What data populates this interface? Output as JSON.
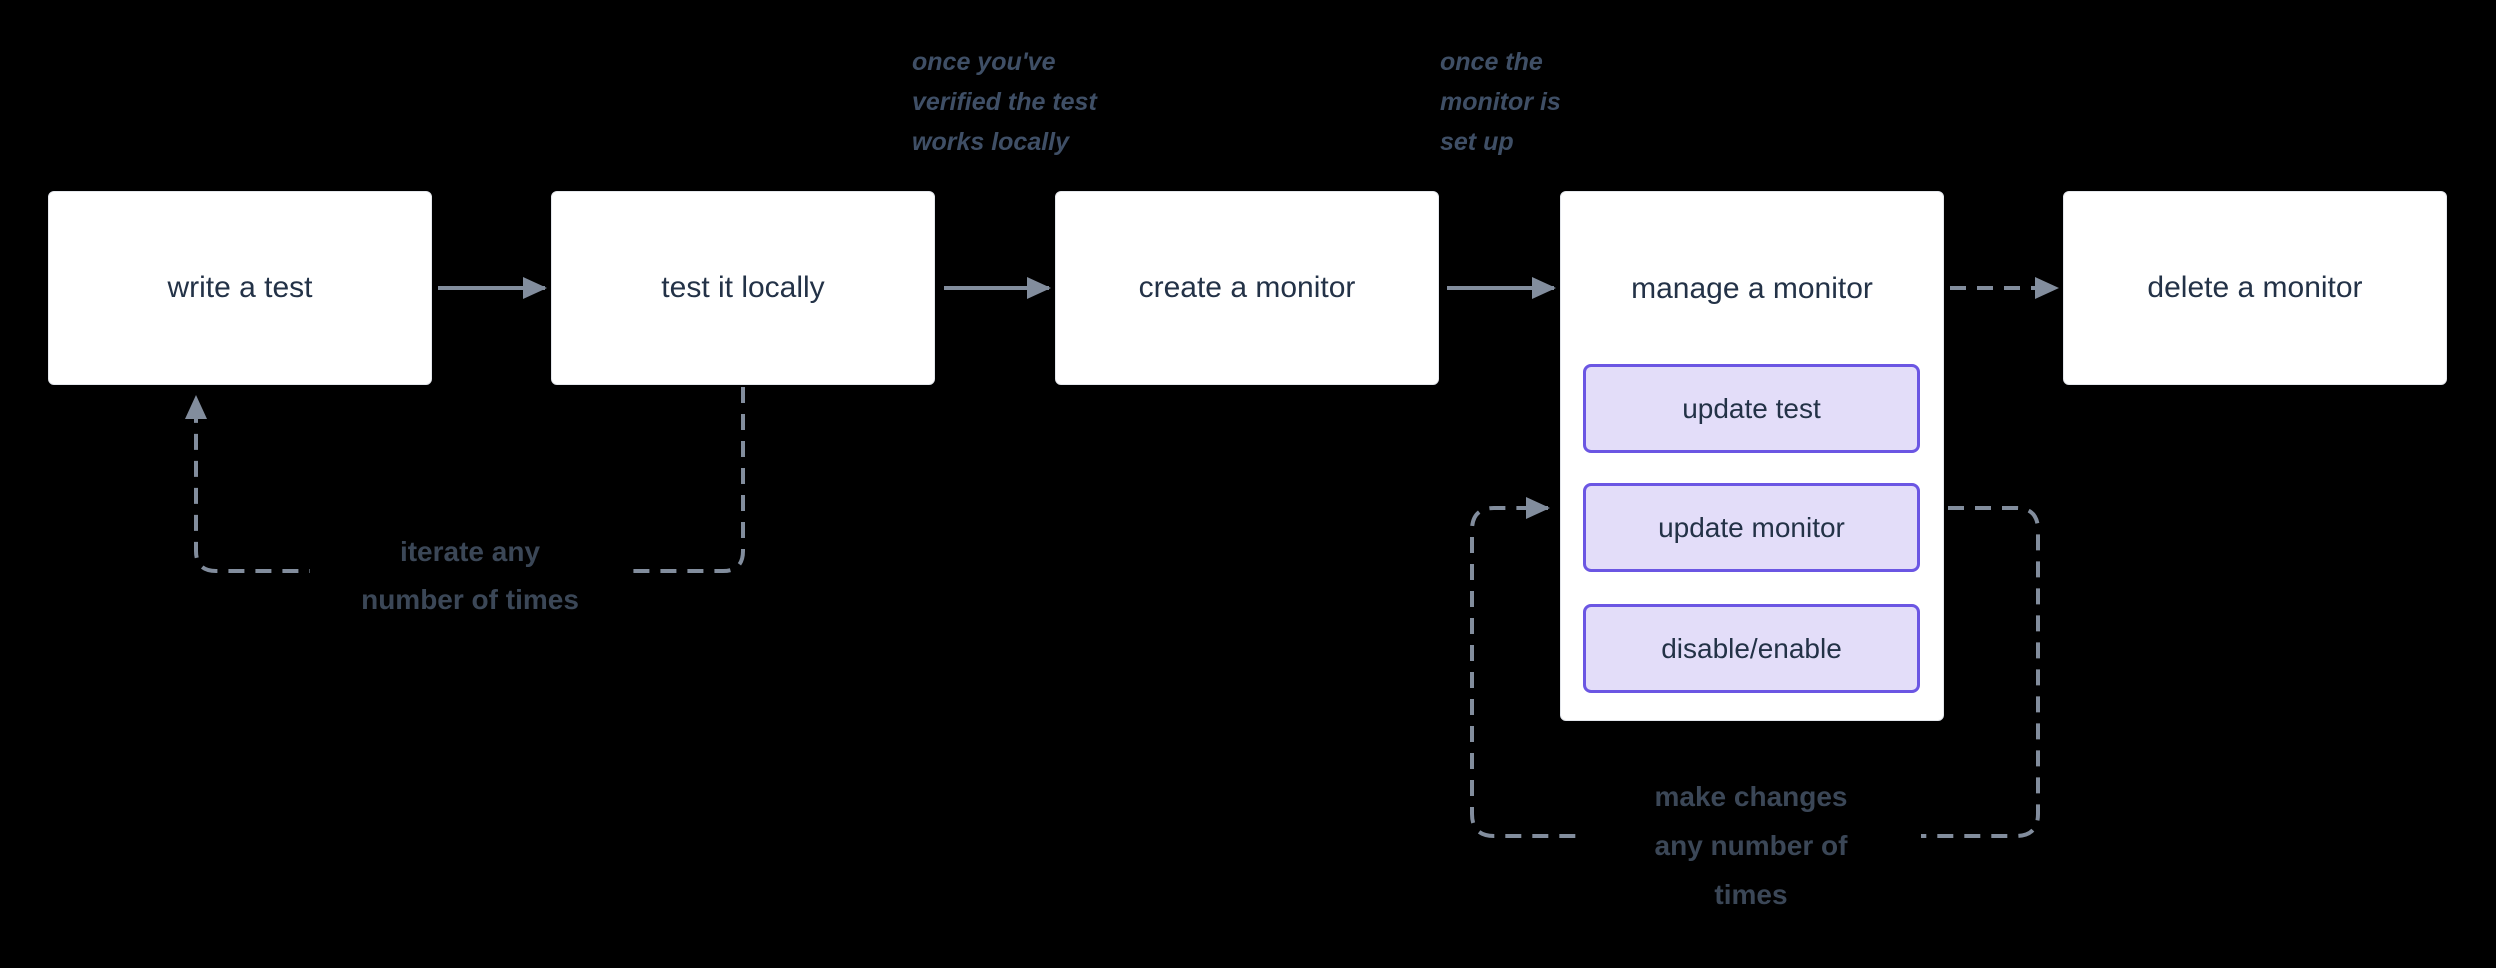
{
  "colors": {
    "background": "#000000",
    "box_bg": "#ffffff",
    "box_border": "#e4e7ec",
    "box_text": "#233247",
    "sub_bg": "#e3ddf9",
    "sub_border": "#6b56e3",
    "arrow": "#828d9d",
    "annotation_italic": "#3f4f66",
    "annotation_bold": "#3b4757"
  },
  "nodes": {
    "write_test": "write a test",
    "test_locally": "test it locally",
    "create_monitor": "create a monitor",
    "manage_monitor": "manage a monitor",
    "delete_monitor": "delete a monitor",
    "update_test": "update test",
    "update_monitor": "update monitor",
    "disable_enable": "disable/enable"
  },
  "annotations": {
    "verified": {
      "lines": [
        "once you've",
        "verified the test",
        "works locally"
      ]
    },
    "setup": {
      "lines": [
        "once the",
        "monitor is",
        "set up"
      ]
    },
    "iterate": {
      "lines": [
        "iterate any",
        "number of times"
      ]
    },
    "make_changes": {
      "lines": [
        "make changes",
        "any number of",
        "times"
      ]
    }
  }
}
